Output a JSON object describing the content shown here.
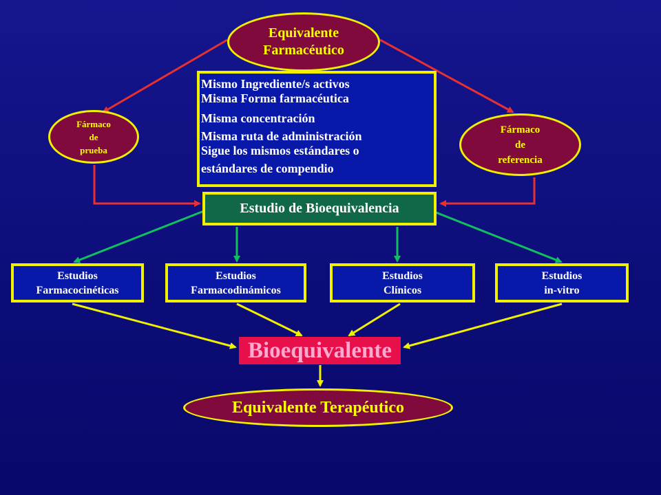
{
  "top_node": {
    "lines": [
      "Equivalente",
      "Farmacéutico"
    ]
  },
  "left_node": {
    "lines": [
      "Fármaco",
      "de",
      "prueba"
    ]
  },
  "right_node": {
    "lines": [
      "Fármaco",
      "de",
      "referencia"
    ]
  },
  "properties": {
    "lines": [
      "Mismo Ingrediente/s activos",
      "Misma Forma farmacéutica",
      "Misma concentración",
      "Misma ruta de administración",
      "Sigue los mismos estándares o",
      "estándares de compendio"
    ]
  },
  "bioequivalence_study": {
    "label": "Estudio de Bioequivalencia"
  },
  "studies": [
    {
      "lines": [
        "Estudios",
        "Farmacocinéticas"
      ]
    },
    {
      "lines": [
        "Estudios",
        "Farmacodinámicos"
      ]
    },
    {
      "lines": [
        "Estudios",
        "Clínicos"
      ]
    },
    {
      "lines": [
        "Estudios",
        "in-vitro"
      ]
    }
  ],
  "result": {
    "label": "Bioequivalente"
  },
  "final_node": {
    "label": "Equivalente Terapéutico"
  },
  "colors": {
    "background": "#10108a",
    "ellipse_fill": "#800a3c",
    "border_yellow": "#f0f000",
    "box_fill": "#0818a8",
    "study_box_fill": "#106848",
    "result_fill": "#e8104a",
    "result_text": "#ffa8d0",
    "arrow_red": "#e83030",
    "arrow_green": "#10c060",
    "arrow_yellow": "#f0f000"
  }
}
